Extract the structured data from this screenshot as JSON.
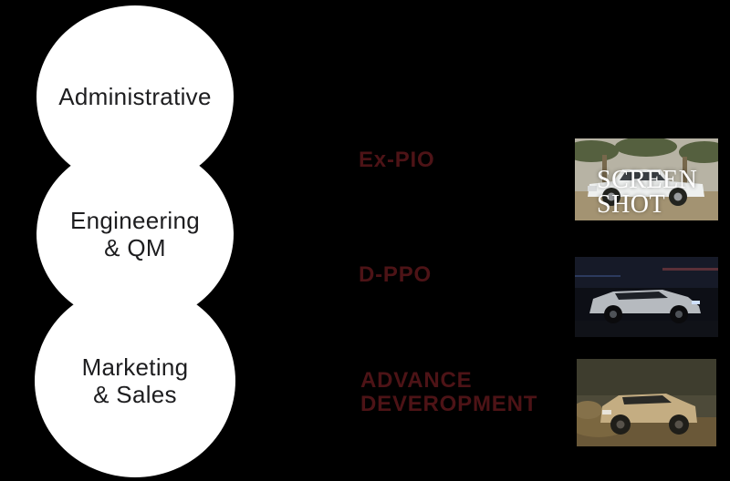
{
  "background_color": "#000000",
  "departments": [
    {
      "line1": "Administrative",
      "line2": ""
    },
    {
      "line1": "Engineering",
      "line2": "& QM"
    },
    {
      "line1": "Marketing",
      "line2": "& Sales"
    }
  ],
  "projects": [
    {
      "line1": "Ex-PIO",
      "line2": ""
    },
    {
      "line1": "D-PPO",
      "line2": ""
    },
    {
      "line1": "ADVANCE",
      "line2": "DEVEROPMENT"
    }
  ],
  "watermark": {
    "line1": "SCREEN",
    "line2": "SHOT"
  },
  "photos": [
    {
      "name": "white-pickup-truck-with-palm-trees"
    },
    {
      "name": "silver-suv-at-night"
    },
    {
      "name": "offroad-pickup-truck-in-mud"
    }
  ],
  "colors": {
    "background": "#000000",
    "circle_fill": "#ffffff",
    "circle_text": "#1d1d1f",
    "project_label": "#4d1316",
    "watermark_text": "#ffffff"
  }
}
